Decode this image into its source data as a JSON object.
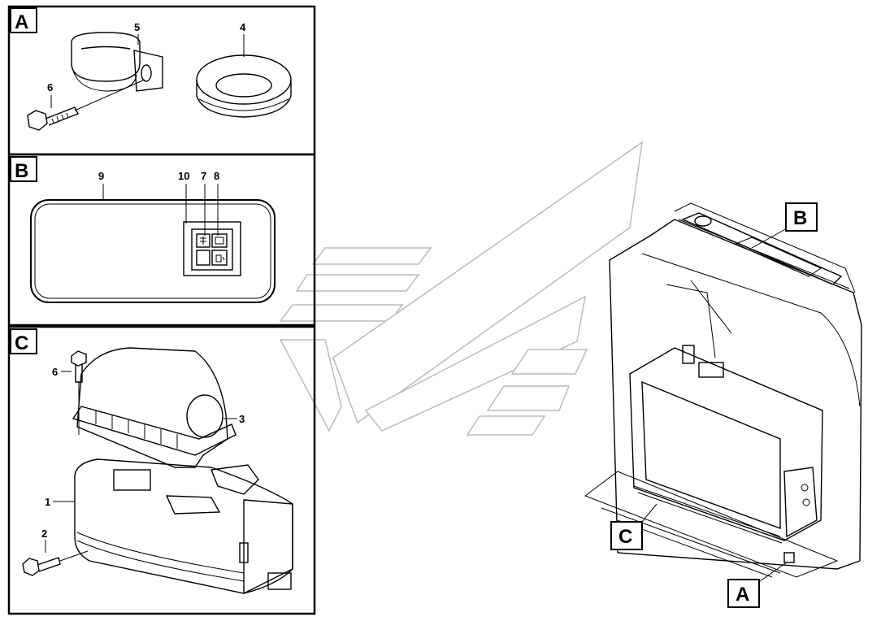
{
  "panels": [
    {
      "key": "A",
      "letter": "A"
    },
    {
      "key": "B",
      "letter": "B"
    },
    {
      "key": "C",
      "letter": "C"
    }
  ],
  "callouts": {
    "A": [
      "5",
      "4",
      "6"
    ],
    "B": [
      "9",
      "10",
      "7",
      "8"
    ],
    "C": [
      "6",
      "3",
      "1",
      "2"
    ]
  },
  "main_view_labels": [
    "B",
    "C",
    "A"
  ]
}
